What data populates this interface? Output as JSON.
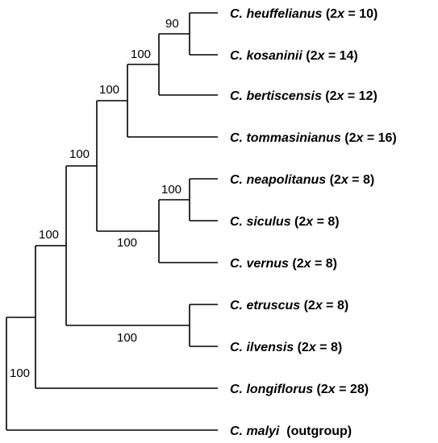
{
  "tree": {
    "taxa": [
      {
        "id": "heuffelianus",
        "genus": "C.",
        "epithet": "heuffelianus",
        "ploidy_prefix": " (2",
        "ploidy_x": "x",
        "ploidy_suffix": " = 10)"
      },
      {
        "id": "kosaninii",
        "genus": "C.",
        "epithet": "kosaninii",
        "ploidy_prefix": " (2",
        "ploidy_x": "x",
        "ploidy_suffix": " = 14)"
      },
      {
        "id": "bertiscensis",
        "genus": "C.",
        "epithet": "bertiscensis",
        "ploidy_prefix": " (2",
        "ploidy_x": "x",
        "ploidy_suffix": " = 12)"
      },
      {
        "id": "tommasinianus",
        "genus": "C.",
        "epithet": "tommasinianus",
        "ploidy_prefix": " (2",
        "ploidy_x": "x",
        "ploidy_suffix": " = 16)"
      },
      {
        "id": "neapolitanus",
        "genus": "C.",
        "epithet": "neapolitanus",
        "ploidy_prefix": " (2",
        "ploidy_x": "x",
        "ploidy_suffix": " = 8)"
      },
      {
        "id": "siculus",
        "genus": "C.",
        "epithet": "siculus",
        "ploidy_prefix": " (2",
        "ploidy_x": "x",
        "ploidy_suffix": " = 8)"
      },
      {
        "id": "vernus",
        "genus": "C.",
        "epithet": "vernus",
        "ploidy_prefix": " (2",
        "ploidy_x": "x",
        "ploidy_suffix": " = 8)"
      },
      {
        "id": "etruscus",
        "genus": "C.",
        "epithet": "etruscus",
        "ploidy_prefix": " (2",
        "ploidy_x": "x",
        "ploidy_suffix": " = 8)"
      },
      {
        "id": "ilvensis",
        "genus": "C.",
        "epithet": "ilvensis",
        "ploidy_prefix": " (2",
        "ploidy_x": "x",
        "ploidy_suffix": " = 8)"
      },
      {
        "id": "longiflorus",
        "genus": "C.",
        "epithet": "longiflorus",
        "ploidy_prefix": " (2",
        "ploidy_x": "x",
        "ploidy_suffix": " = 28)"
      },
      {
        "id": "malyi",
        "genus": "C.",
        "epithet": "malyi",
        "ploidy_prefix": "  (outgroup)",
        "ploidy_x": "",
        "ploidy_suffix": ""
      }
    ],
    "support_values": {
      "heuffelianus_kosaninii": "90",
      "plus_bertiscensis": "100",
      "plus_tommasinianus": "100",
      "neapolitanus_siculus": "100",
      "plus_vernus": "100",
      "main_clade": "100",
      "etruscus_ilvensis": "100",
      "ingroup_without_longiflorus": "100",
      "ingroup": "100"
    }
  }
}
